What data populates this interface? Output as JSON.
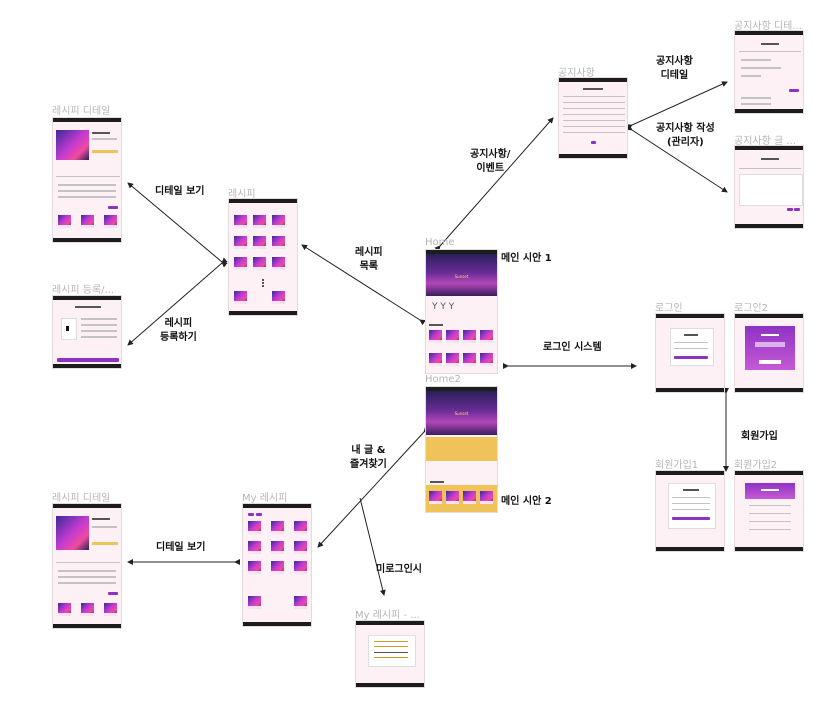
{
  "frames": {
    "recipe_detail_1": "레시피 디테일",
    "recipe_register": "레시피 등록/...",
    "recipe": "레시피",
    "home": "Home",
    "home2": "Home2",
    "notice": "공지사항",
    "notice_detail": "공지사항 디테...",
    "notice_write": "공지사항 글 ...",
    "login": "로그인",
    "login2": "로그인2",
    "signup1": "회원가입1",
    "signup2": "회원가입2",
    "recipe_detail_2": "레시피 디테일",
    "my_recipe": "My 레시피",
    "my_recipe_guest": "My 레시피 - ..."
  },
  "labels": {
    "detail_view_1": "디테일 보기",
    "recipe_register": [
      "레시피",
      "등록하기"
    ],
    "recipe_list": [
      "레시피",
      "목록"
    ],
    "notice_event": [
      "공지사항/",
      "이벤트"
    ],
    "notice_detail": [
      "공지사항",
      "디테일"
    ],
    "notice_write": [
      "공지사항 작성",
      "(관리자)"
    ],
    "main_draft_1": "메인 시안 1",
    "main_draft_2": "메인 시안 2",
    "login_system": "로그인 시스템",
    "signup": "회원가입",
    "my_posts": [
      "내 글 &",
      "즐겨찾기"
    ],
    "detail_view_2": "디테일 보기",
    "not_logged_in": "미로그인시"
  },
  "colors": {
    "frame_bg": "#fdf1f5",
    "accent_purple": "#8e32c4",
    "accent_yellow": "#f0c35a",
    "arrow": "#222222",
    "title_gray": "#b5b5b5"
  }
}
